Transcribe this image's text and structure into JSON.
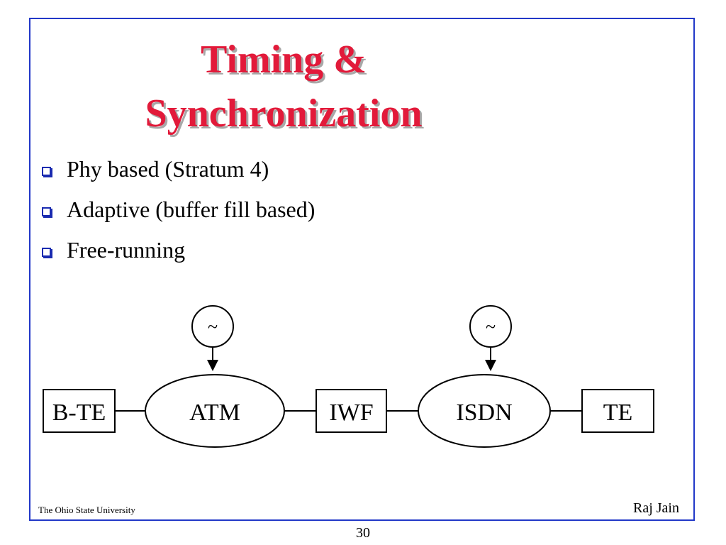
{
  "slide": {
    "title_line_1": "Timing &",
    "title_line_2": "Synchronization",
    "bullets": [
      "Phy based (Stratum 4)",
      "Adaptive (buffer fill based)",
      "Free-running"
    ],
    "footer_left": "The Ohio State University",
    "footer_right": "Raj Jain",
    "page_number": "30"
  },
  "diagram": {
    "nodes": {
      "bte": "B-TE",
      "atm": "ATM",
      "iwf": "IWF",
      "isdn": "ISDN",
      "te": "TE"
    },
    "clock_left": "~",
    "clock_right": "~"
  },
  "colors": {
    "title": "#e21a3a",
    "frame": "#2238c8",
    "bullet_marker": "#1a2bb0"
  }
}
